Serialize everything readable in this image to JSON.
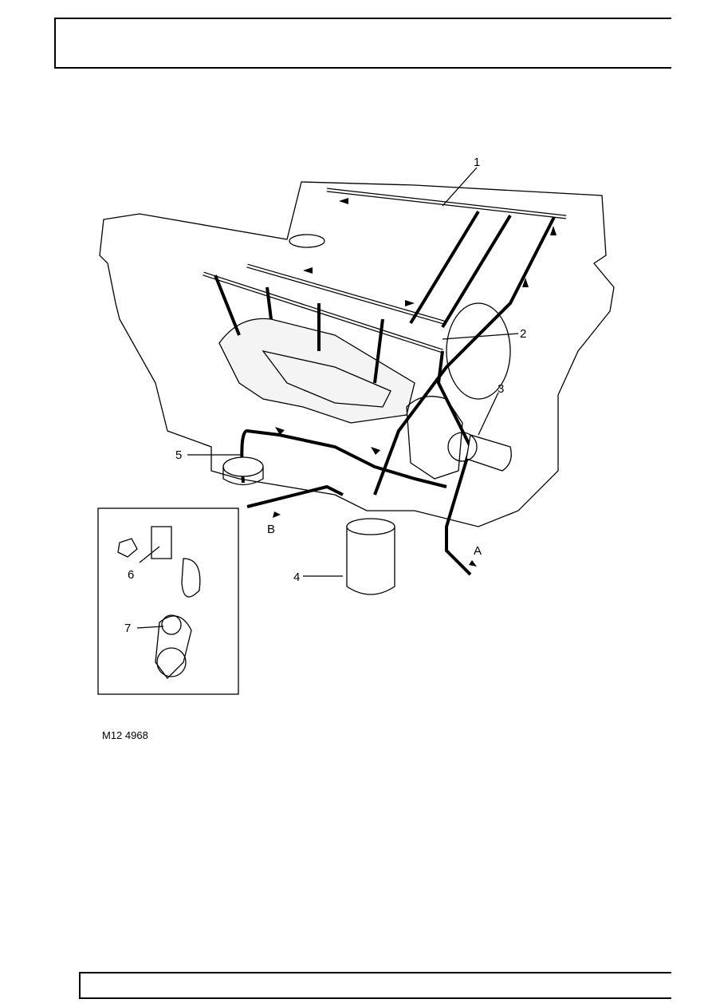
{
  "header": {},
  "figure": {
    "callouts": [
      "1",
      "2",
      "3",
      "4",
      "5",
      "6",
      "7"
    ],
    "flow_labels": {
      "a": "A",
      "b": "B"
    },
    "figure_id": "M12 4968"
  },
  "footer": {}
}
